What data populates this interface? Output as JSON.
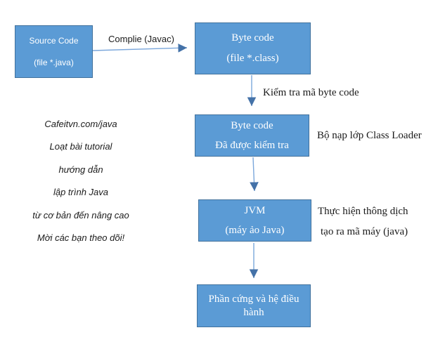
{
  "colors": {
    "box_fill": "#5b9bd5",
    "box_border": "#41719c",
    "arrow_line": "#7ba7db",
    "arrow_head": "#4472a8",
    "label_text": "#1a1a1a",
    "box_text": "#ffffff",
    "background": "#ffffff"
  },
  "boxes": {
    "source": {
      "line1": "Source Code",
      "line2": "(file *.java)"
    },
    "bytecode": {
      "line1": "Byte code",
      "line2": "(file *.class)"
    },
    "verified": {
      "line1": "Byte code",
      "line2": "Đã được kiểm tra"
    },
    "jvm": {
      "line1": "JVM",
      "line2": "(máy ảo Java)"
    },
    "hardware": {
      "line1": "Phần cứng và hệ điều hành"
    }
  },
  "labels": {
    "compile": "Complie  (Javac)",
    "verify": "Kiểm tra mã byte code",
    "class_loader": "Bộ nạp lớp Class Loader",
    "interpret_line1": "Thực hiện thông dịch",
    "interpret_line2": "tạo ra mã máy (java)"
  },
  "watermark": {
    "lines": [
      "Cafeitvn.com/java",
      "Loạt bài tutorial",
      "hướng dẫn",
      "lập trình Java",
      "từ cơ bản đến nâng cao",
      "Mời các bạn theo dõi!"
    ]
  }
}
